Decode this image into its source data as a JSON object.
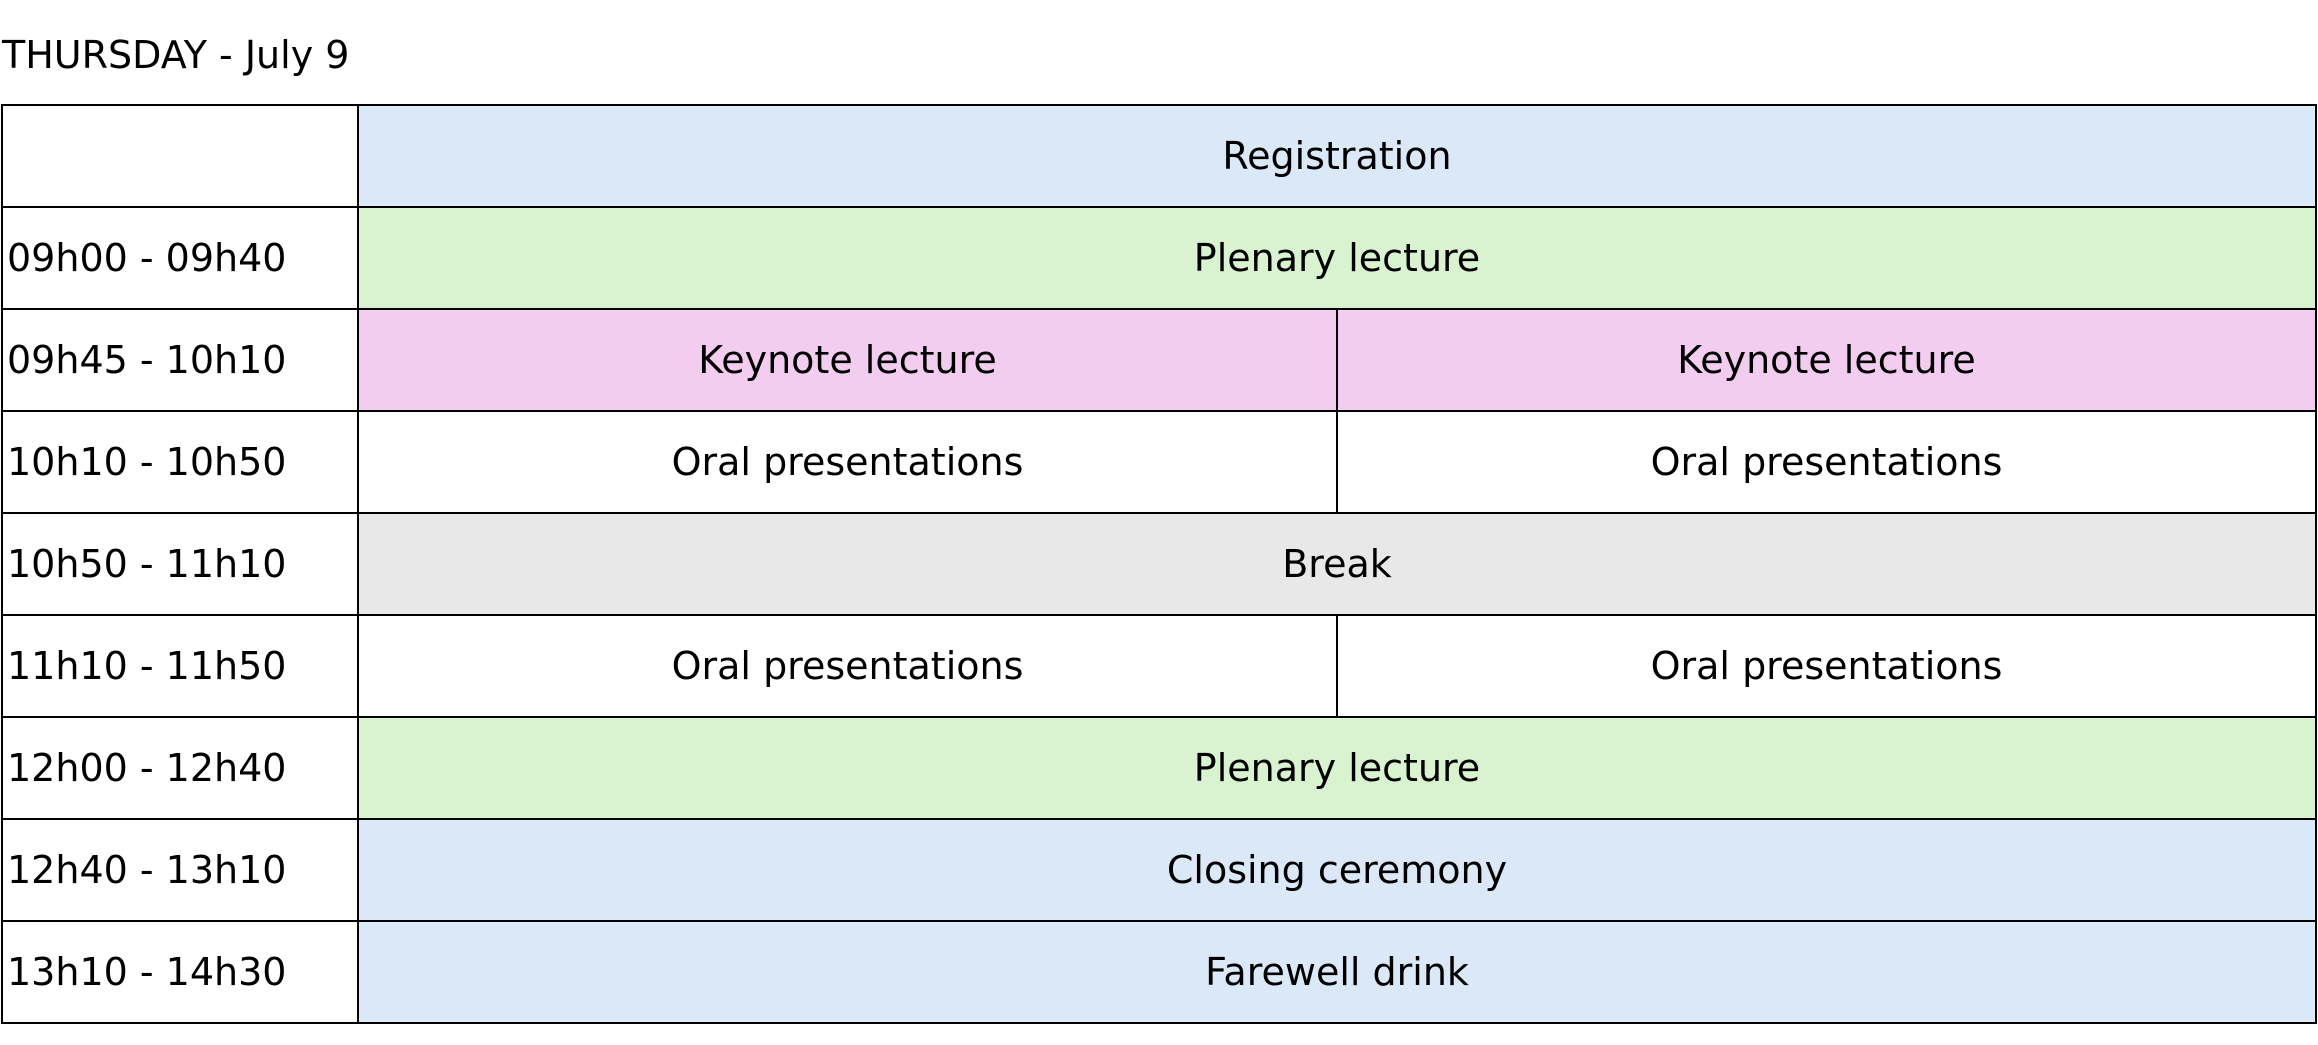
{
  "title": "THURSDAY - July 9",
  "colors": {
    "admin": "#dae8f7",
    "plenary": "#d9f2d0",
    "keynote": "#f2cdef",
    "oral": "#ffffff",
    "break": "#e8e8e8"
  },
  "rows": [
    {
      "time": "",
      "sessions": [
        {
          "label": "Registration",
          "kind": "admin"
        }
      ]
    },
    {
      "time": "09h00 - 09h40",
      "sessions": [
        {
          "label": "Plenary lecture",
          "kind": "plenary"
        }
      ]
    },
    {
      "time": "09h45 - 10h10",
      "sessions": [
        {
          "label": "Keynote lecture",
          "kind": "keynote"
        },
        {
          "label": "Keynote lecture",
          "kind": "keynote"
        }
      ]
    },
    {
      "time": "10h10 - 10h50",
      "sessions": [
        {
          "label": "Oral presentations",
          "kind": "oral"
        },
        {
          "label": "Oral presentations",
          "kind": "oral"
        }
      ]
    },
    {
      "time": "10h50 - 11h10",
      "sessions": [
        {
          "label": "Break",
          "kind": "break"
        }
      ]
    },
    {
      "time": "11h10 - 11h50",
      "sessions": [
        {
          "label": "Oral presentations",
          "kind": "oral"
        },
        {
          "label": "Oral presentations",
          "kind": "oral"
        }
      ]
    },
    {
      "time": "12h00 - 12h40",
      "sessions": [
        {
          "label": "Plenary lecture",
          "kind": "plenary"
        }
      ]
    },
    {
      "time": "12h40 - 13h10",
      "sessions": [
        {
          "label": "Closing ceremony",
          "kind": "admin"
        }
      ]
    },
    {
      "time": "13h10 - 14h30",
      "sessions": [
        {
          "label": "Farewell drink",
          "kind": "admin"
        }
      ]
    }
  ]
}
